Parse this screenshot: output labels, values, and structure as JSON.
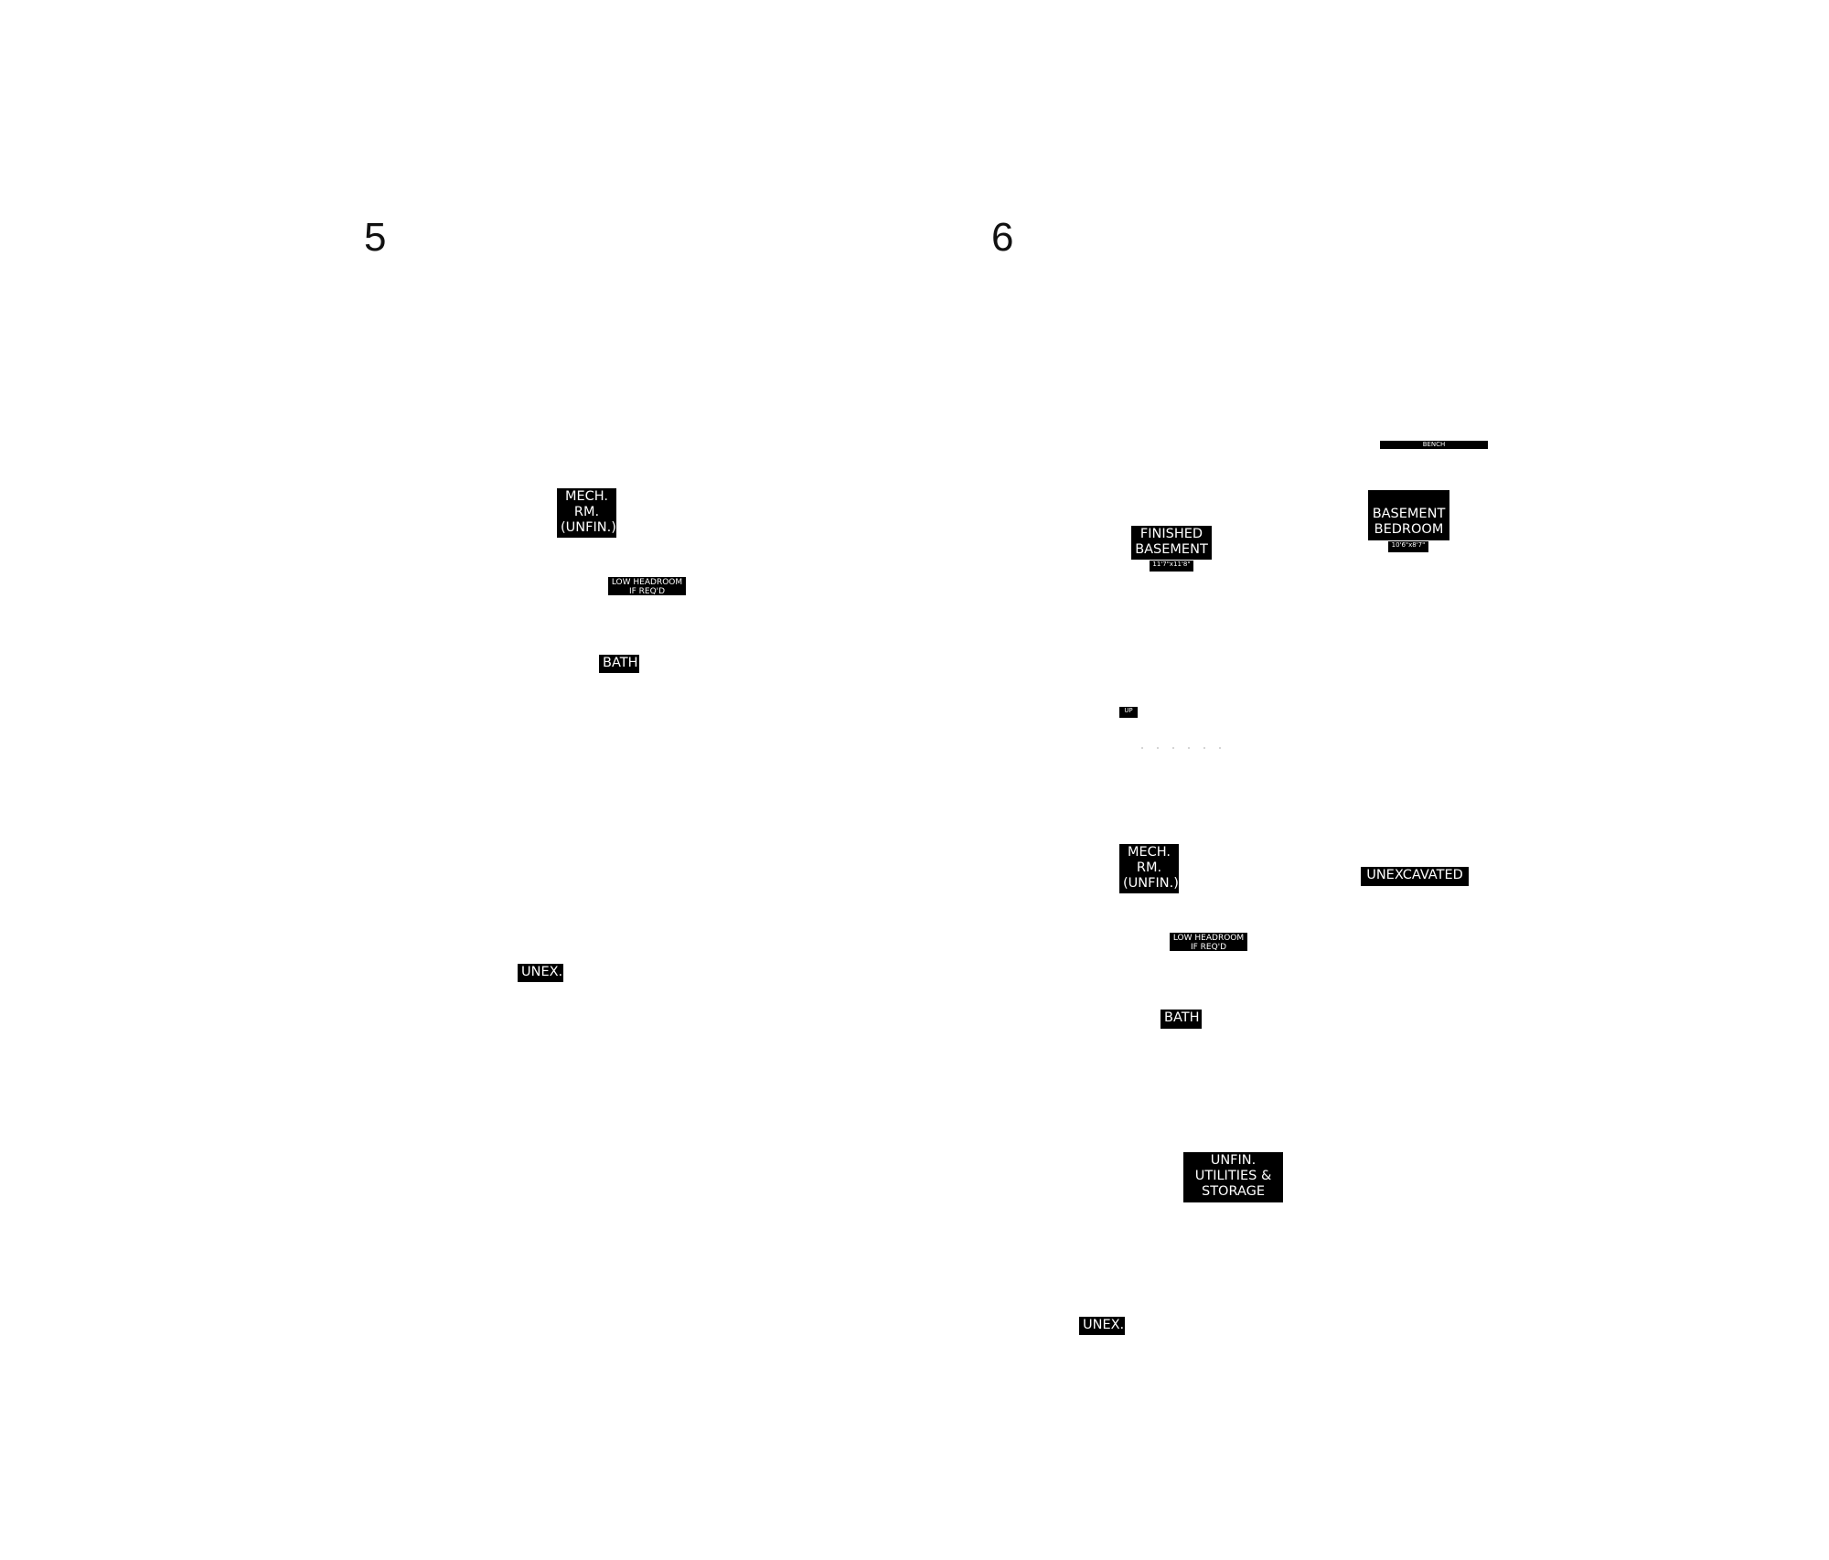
{
  "panels": [
    {
      "number": "5"
    },
    {
      "number": "6"
    }
  ],
  "labels": {
    "p5_mech": "MECH.\nRM.\n(UNFIN.)",
    "p5_low_headroom": "LOW HEADROOM\nIF REQ'D",
    "p5_bath": "BATH",
    "p5_unex": "UNEX.",
    "p6_bench": "BENCH",
    "p6_finished_basement": "FINISHED\nBASEMENT",
    "p6_finished_basement_dim": "11'7\"x11'8\"",
    "p6_basement_bedroom": "BASEMENT\nBEDROOM",
    "p6_basement_bedroom_dim": "10'6\"x8'7\"",
    "p6_up": "UP",
    "p6_mech": "MECH.\nRM.\n(UNFIN.)",
    "p6_unexcavated": "UNEXCAVATED",
    "p6_low_headroom": "LOW HEADROOM\nIF REQ'D",
    "p6_bath": "BATH",
    "p6_unfin_utilities": "UNFIN.\nUTILITIES &\nSTORAGE",
    "p6_unex": "UNEX."
  }
}
